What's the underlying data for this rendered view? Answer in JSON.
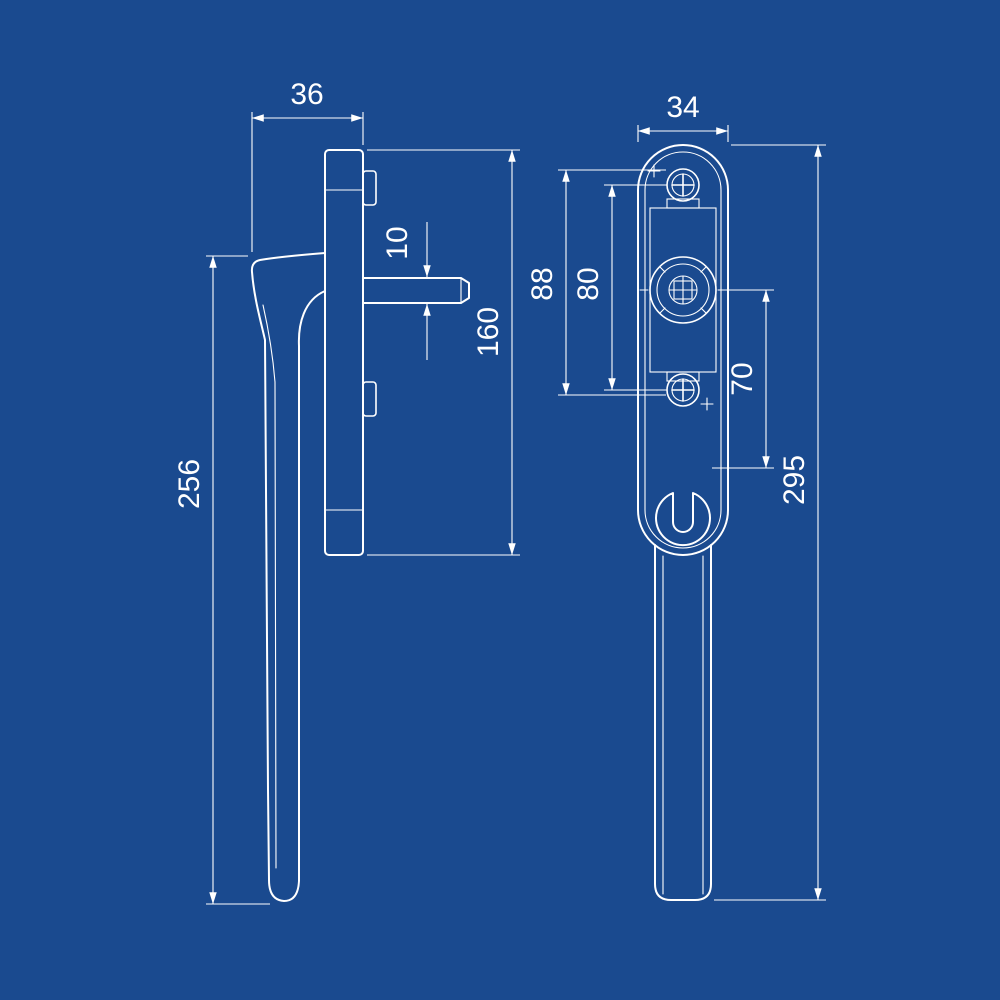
{
  "drawing": {
    "colors": {
      "background": "#1a4a8f",
      "line": "#ffffff"
    },
    "views": {
      "side": {
        "dims": {
          "depth": "36",
          "spindle": "10",
          "plate_height": "160",
          "handle_length": "256"
        }
      },
      "front": {
        "dims": {
          "plate_width": "34",
          "fixing_span_outer": "88",
          "screw_centres": "80",
          "handle_to_cylinder": "70",
          "overall_height": "295"
        }
      }
    }
  }
}
